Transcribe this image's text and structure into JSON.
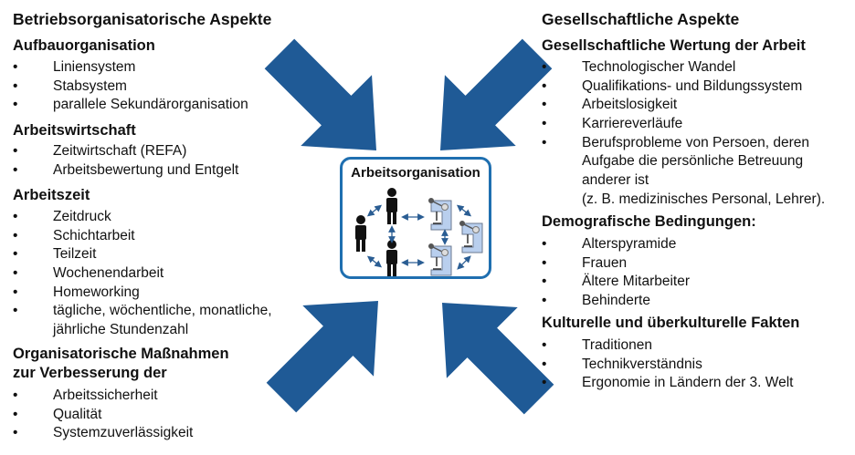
{
  "left": {
    "title": "Betriebsorganisatorische Aspekte",
    "sections": [
      {
        "heading": "Aufbauorganisation",
        "items": [
          "Liniensystem",
          "Stabsystem",
          "parallele Sekundärorganisation"
        ]
      },
      {
        "heading": "Arbeitswirtschaft",
        "items": [
          "Zeitwirtschaft (REFA)",
          "Arbeitsbewertung und Entgelt"
        ]
      },
      {
        "heading": "Arbeitszeit",
        "items": [
          "Zeitdruck",
          "Schichtarbeit",
          "Teilzeit",
          "Wochenendarbeit",
          "Homeworking",
          "tägliche, wöchentliche, monatliche,",
          "jährliche Stundenzahl"
        ]
      },
      {
        "heading": "Organisatorische Maßnahmen",
        "heading2": "zur Verbesserung der",
        "items": [
          "Arbeitssicherheit",
          "Qualität",
          "Systemzuverlässigkeit"
        ]
      }
    ]
  },
  "right": {
    "title": "Gesellschaftliche Aspekte",
    "sections": [
      {
        "heading": "Gesellschaftliche Wertung der Arbeit",
        "items": [
          "Technologischer Wandel",
          "Qualifikations- und Bildungssystem",
          "Arbeitslosigkeit",
          "Karriereverläufe",
          "Berufsprobleme von Persoen, deren",
          "Aufgabe die persönliche Betreuung",
          "anderer ist",
          "(z. B. medizinisches Personal, Lehrer)."
        ]
      },
      {
        "heading": "Demografische Bedingungen:",
        "items": [
          "Alterspyramide",
          "Frauen",
          "Ältere Mitarbeiter",
          "Behinderte"
        ]
      },
      {
        "heading": "Kulturelle und überkulturelle Fakten",
        "items": [
          "Traditionen",
          "Technikverständnis",
          "Ergonomie in Ländern der 3. Welt"
        ]
      }
    ]
  },
  "center": {
    "title": "Arbeitsorganisation"
  },
  "bullet": "•",
  "colors": {
    "arrow": "#1f5a96",
    "frame": "#1f6fb0",
    "machine": "#b9cfee"
  }
}
